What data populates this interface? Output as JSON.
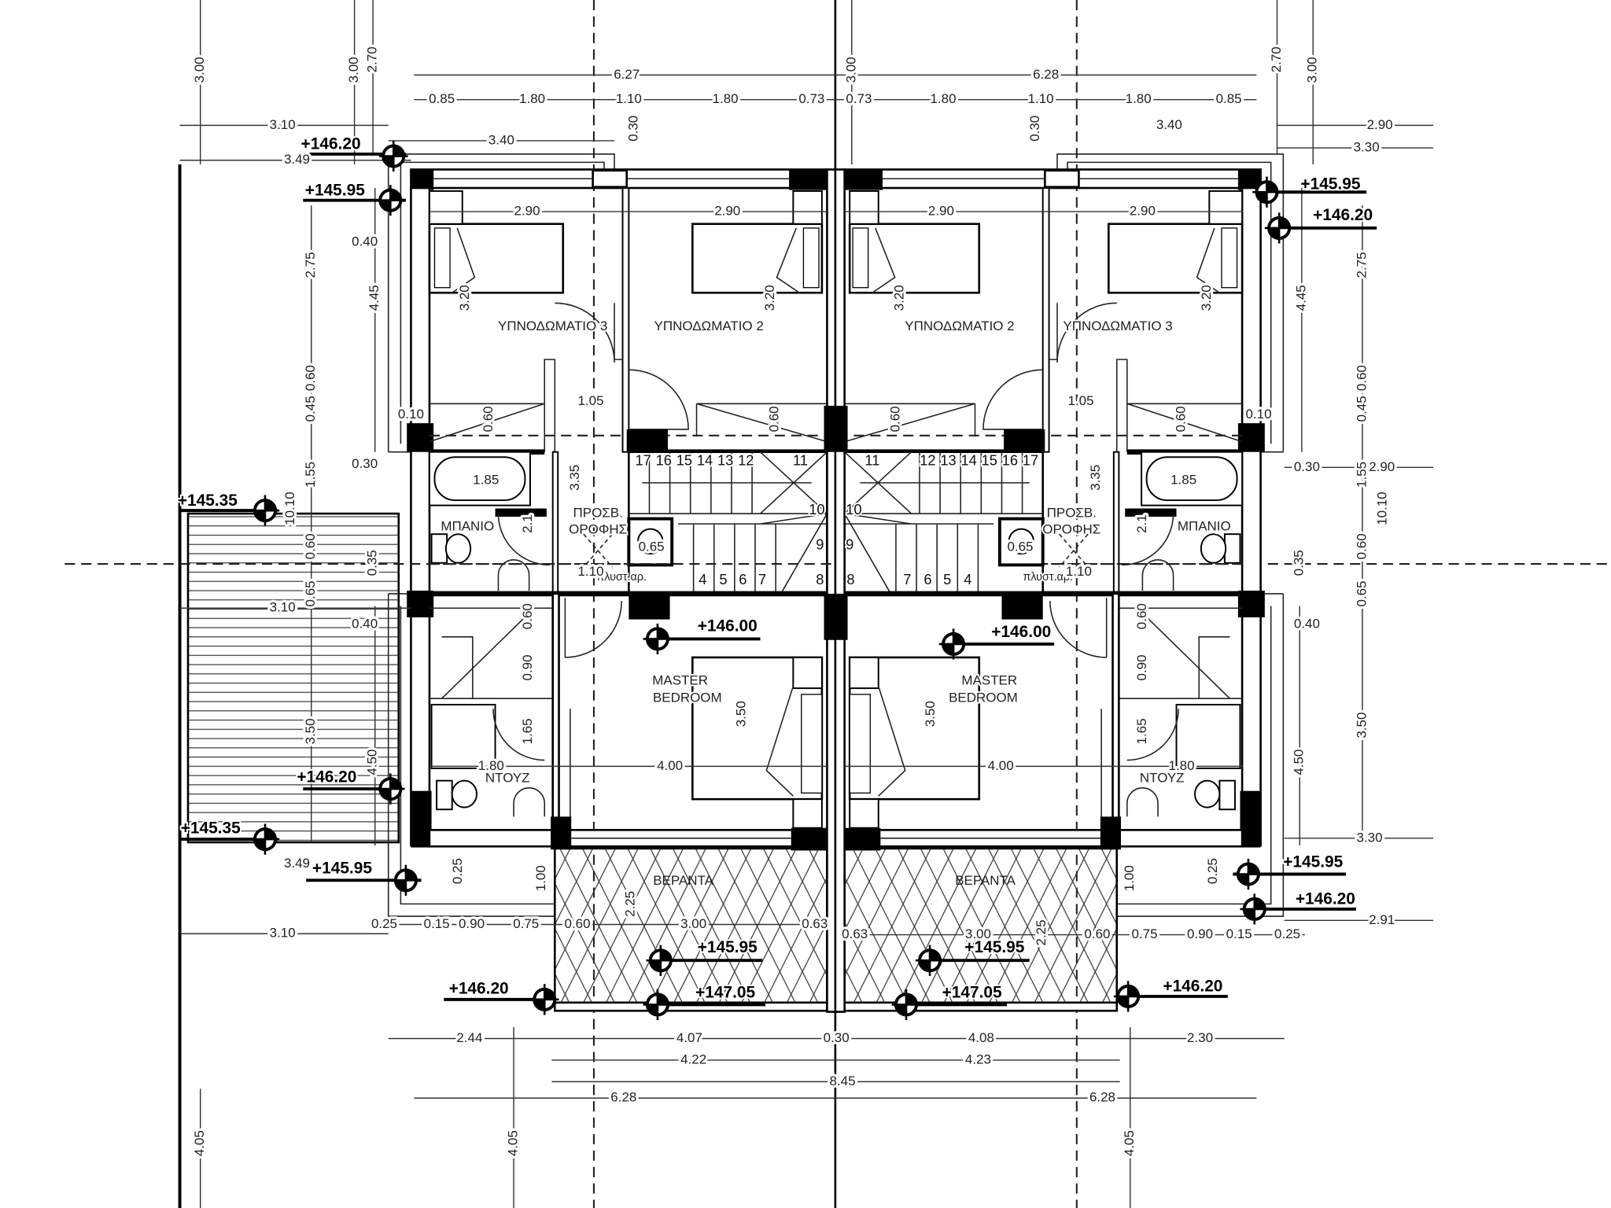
{
  "rooms": {
    "bedroom3_left": "ΥΠΝΟΔΩΜΑΤΙΟ 3",
    "bedroom2_left": "ΥΠΝΟΔΩΜΑΤΙΟ 2",
    "bedroom2_right": "ΥΠΝΟΔΩΜΑΤΙΟ 2",
    "bedroom3_right": "ΥΠΝΟΔΩΜΑΤΙΟ 3",
    "bath_left": "ΜΠΑΝΙΟ",
    "bath_right": "ΜΠΑΝΙΟ",
    "roof_access_1": "ΠΡΟΣΒ.",
    "roof_access_2": "ΟΡΟΦΗΣ",
    "laundry": "πλυστ.αρ.",
    "master_1": "MASTER",
    "master_2": "BEDROOM",
    "shower": "ΝΤΟΥΖ",
    "veranda": "ΒΕΡΑΝΤΑ"
  },
  "elevations": [
    "+146.20",
    "+145.95",
    "+145.95",
    "+146.20",
    "+145.35",
    "+146.00",
    "+146.00",
    "+146.20",
    "+145.35",
    "+145.95",
    "+145.95",
    "+146.20",
    "+145.95",
    "+145.95",
    "+146.20",
    "+146.20",
    "+147.05",
    "+147.05"
  ],
  "stairs": {
    "upper_left": [
      "17",
      "16",
      "15",
      "14",
      "13",
      "12",
      "11"
    ],
    "upper_right": [
      "11",
      "12",
      "13",
      "14",
      "15",
      "16",
      "17"
    ],
    "lower_left": [
      "4",
      "5",
      "6",
      "7",
      "8"
    ],
    "lower_right": [
      "8",
      "7",
      "6",
      "5",
      "4"
    ],
    "landing": [
      "10",
      "10",
      "9",
      "9"
    ]
  },
  "dims": [
    "3.00",
    "3.00",
    "2.70",
    "6.27",
    "6.28",
    "0.85",
    "1.80",
    "1.10",
    "1.80",
    "0.73",
    "0.73",
    "1.80",
    "1.10",
    "1.80",
    "0.85",
    "3.00",
    "2.70",
    "3.00",
    "3.10",
    "3.40",
    "0.30",
    "0.30",
    "3.40",
    "2.90",
    "3.30",
    "3.49",
    "2.90",
    "2.90",
    "2.90",
    "2.90",
    "0.40",
    "2.75",
    "4.45",
    "3.20",
    "3.20",
    "3.20",
    "3.20",
    "2.75",
    "4.45",
    "0.60",
    "0.45",
    "1.05",
    "0.60",
    "0.60",
    "0.60",
    "1.05",
    "0.60",
    "0.60",
    "0.45",
    "0.10",
    "0.10",
    "0.30",
    "1.55",
    "1.85",
    "3.35",
    "1.85",
    "3.35",
    "0.30",
    "1.55",
    "2.90",
    "10.10",
    "10.10",
    "2.1",
    "2.1",
    "0.65",
    "0.65",
    "1.10",
    "1.10",
    "0.60",
    "0.35",
    "0.65",
    "0.35",
    "0.60",
    "0.65",
    "3.10",
    "0.40",
    "0.60",
    "0.60",
    "0.40",
    "0.90",
    "0.90",
    "3.50",
    "3.50",
    "3.50",
    "1.65",
    "1.65",
    "3.50",
    "4.50",
    "4.50",
    "1.80",
    "4.00",
    "4.00",
    "1.80",
    "3.30",
    "3.49",
    "0.25",
    "1.00",
    "1.00",
    "0.25",
    "0.25",
    "0.15",
    "0.90",
    "0.75",
    "0.60",
    "3.00",
    "0.63",
    "0.63",
    "3.00",
    "0.60",
    "0.75",
    "0.90",
    "0.15",
    "0.25",
    "2.25",
    "2.25",
    "3.10",
    "2.91",
    "2.44",
    "4.07",
    "0.30",
    "4.08",
    "2.30",
    "4.22",
    "4.23",
    "8.45",
    "6.28",
    "6.28",
    "4.05",
    "4.05",
    "4.05"
  ]
}
